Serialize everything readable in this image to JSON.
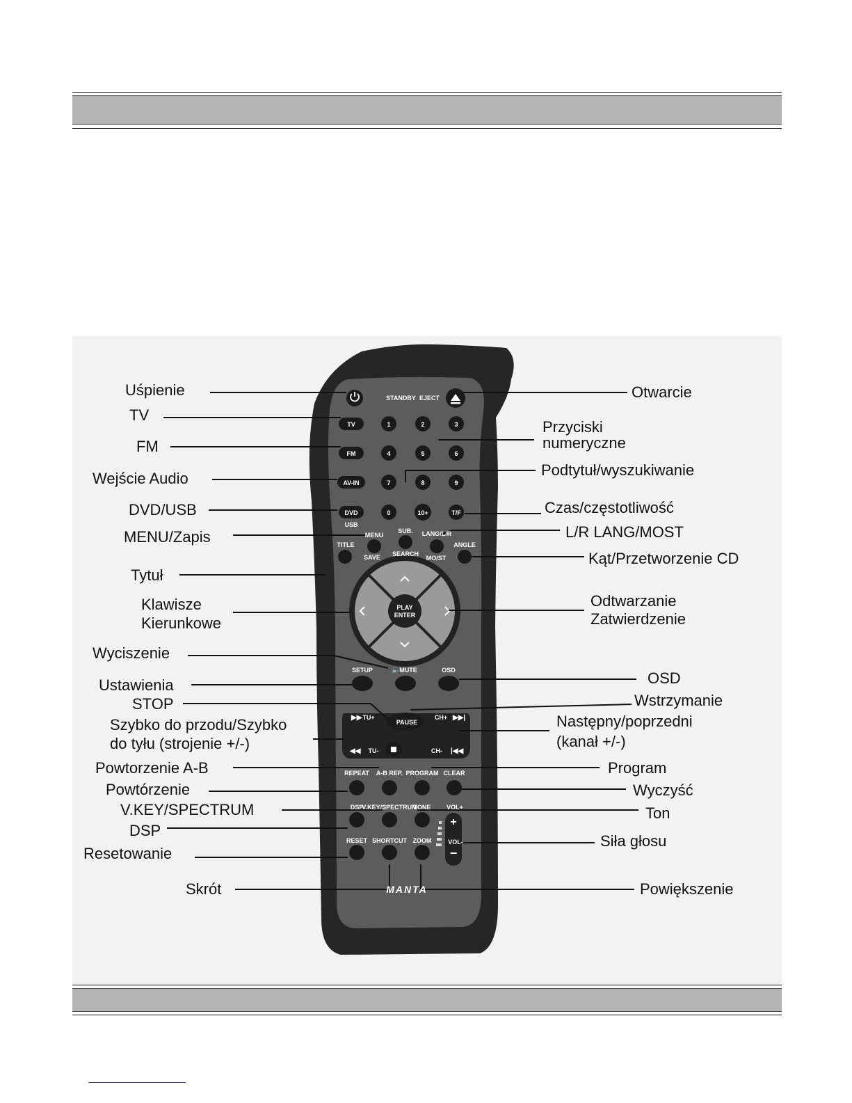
{
  "remote": {
    "brand": "MANTA",
    "keys": {
      "standby": "STANDBY",
      "eject": "EJECT",
      "tv": "TV",
      "fm": "FM",
      "avin": "AV-IN",
      "dvd": "DVD",
      "usb": "USB",
      "n1": "1",
      "n2": "2",
      "n3": "3",
      "n4": "4",
      "n5": "5",
      "n6": "6",
      "n7": "7",
      "n8": "8",
      "n9": "9",
      "n0": "0",
      "n10": "10+",
      "tf": "T/F",
      "menu": "MENU",
      "save": "SAVE",
      "sub": "SUB.",
      "search": "SEARCH",
      "lang": "LANG/L/R",
      "most": "MO/ST",
      "title": "TITLE",
      "angle": "ANGLE",
      "play": "PLAY",
      "enter": "ENTER",
      "setup": "SETUP",
      "mute": "MUTE",
      "osd": "OSD",
      "tuplus": "TU+",
      "tuminus": "TU-",
      "chplus": "CH+",
      "chminus": "CH-",
      "pause": "PAUSE",
      "repeat": "REPEAT",
      "abrep": "A-B REP.",
      "program": "PROGRAM",
      "clear": "CLEAR",
      "dsp": "DSP",
      "vkey": "V.KEY/SPECTRUM",
      "tone": "TONE",
      "volplus": "VOL+",
      "volminus": "VOL-",
      "reset": "RESET",
      "shortcut": "SHORTCUT",
      "zoom": "ZOOM"
    }
  },
  "callouts_left": {
    "uspienie": "Uśpienie",
    "tv": "TV",
    "fm": "FM",
    "wejscie_audio": "Wejście Audio",
    "dvd_usb": "DVD/USB",
    "menu_zapis": "MENU/Zapis",
    "tytul": "Tytuł",
    "klawisze": "Klawisze",
    "kierunkowe": "Kierunkowe",
    "wyciszenie": "Wyciszenie",
    "ustawienia": "Ustawienia",
    "stop": "STOP",
    "szybko_1": "Szybko do przodu/Szybko",
    "szybko_2": "do tyłu (strojenie +/-)",
    "powtorzenie_ab": "Powtorzenie A-B",
    "powtorzenie": "Powtórzenie",
    "vkey": "V.KEY/SPECTRUM",
    "dsp": "DSP",
    "resetowanie": "Resetowanie",
    "skrot": "Skrót"
  },
  "callouts_right": {
    "otwarcie": "Otwarcie",
    "przyciski_1": "Przyciski",
    "przyciski_2": "numeryczne",
    "podtytul": "Podtytuł/wyszukiwanie",
    "czas": "Czas/częstotliwość",
    "lr_lang": "L/R LANG/MOST",
    "kat": "Kąt/Przetworzenie CD",
    "odtwarzanie": "Odtwarzanie",
    "zatwierdzenie": "Zatwierdzenie",
    "osd": "OSD",
    "wstrzymanie": "Wstrzymanie",
    "nastepny_1": "Następny/poprzedni",
    "nastepny_2": "(kanał +/-)",
    "program": "Program",
    "wyczysc": "Wyczyść",
    "ton": "Ton",
    "sila_glosu": "Siła głosu",
    "powiekszenie": "Powiększenie"
  }
}
